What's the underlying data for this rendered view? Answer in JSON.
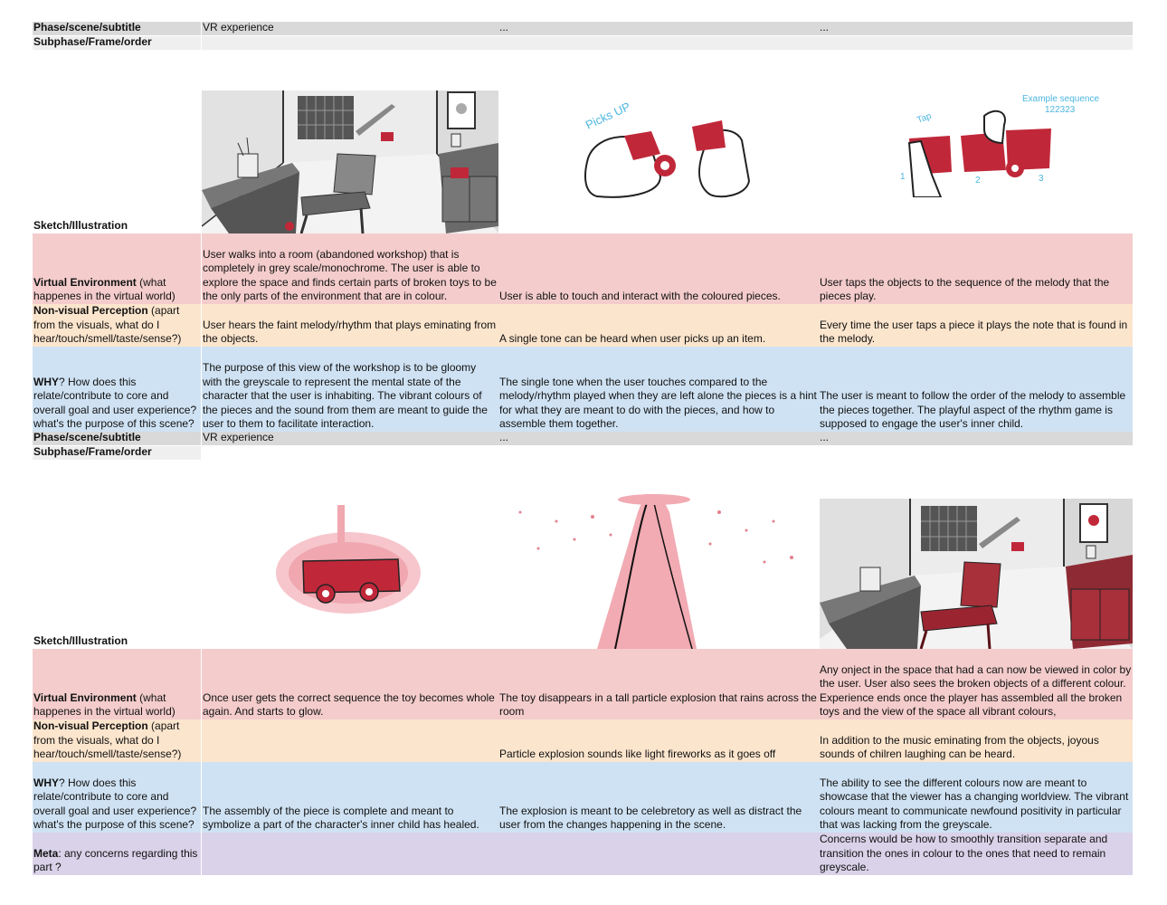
{
  "labels": {
    "phase": "Phase/scene/subtitle",
    "subphase": "Subphase/Frame/order",
    "sketch": "Sketch/Illustration",
    "ve_bold": "Virtual Environment",
    "ve_rest": " (what happenes in the virtual world)",
    "nvp_bold": "Non-visual Perception",
    "nvp_rest": " (apart from the visuals, what do I hear/touch/smell/taste/sense?)",
    "why_bold": "WHY",
    "why_rest": "? How does this relate/contribute to core and overall goal and user experience? what's the purpose of this scene?",
    "meta_bold": "Meta",
    "meta_rest": ": any concerns regarding this part ?"
  },
  "section1": {
    "phase": [
      "VR experience",
      "...",
      "..."
    ],
    "sketch_annotations": {
      "picks_up": "Picks UP",
      "tap": "Tap",
      "example": "Example sequence",
      "sequence": "122323",
      "n1": "1",
      "n2": "2",
      "n3": "3"
    },
    "ve": [
      "User walks into a room (abandoned workshop) that is completely in grey scale/monochrome. The user is able to explore the space and finds certain parts of broken toys to be the only parts of the environment that are in colour.",
      "User is able to touch and interact with the coloured pieces.",
      "User taps the objects to the sequence of the melody that the pieces play."
    ],
    "nvp": [
      "User hears the faint melody/rhythm that plays eminating from the objects.",
      "A single tone can be heard when user picks up an item.",
      "Every time the user taps a piece it plays the note that is found in the melody."
    ],
    "why": [
      "The purpose of this view of the workshop is to be gloomy with the greyscale to represent the mental state of the character that the user is inhabiting. The vibrant colours of the pieces and the sound from them are meant to guide the user to them to facilitate interaction.",
      "The single tone when the user touches compared to the melody/rhythm played when they are left alone the pieces is a hint for what they are meant to do with the pieces, and how to assemble them together.",
      "The user is meant to follow the order of the melody to assemble the pieces together. The playful aspect of the rhythm game is supposed to engage the user's inner child."
    ]
  },
  "section2": {
    "phase": [
      "VR experience",
      "...",
      "..."
    ],
    "ve": [
      "Once user gets the correct sequence the toy becomes whole again. And starts to glow.",
      "The toy disappears in a tall particle explosion that rains across the room",
      "Any onject in the space that had a can now be viewed in color by the user. User also sees the broken objects of a different colour. Experience ends once the player has assembled all the broken toys and the view of the space all vibrant colours,"
    ],
    "nvp": [
      "",
      "Particle explosion sounds like light fireworks as it goes off",
      "In addition to the music eminating from the objects, joyous sounds of chilren laughing can be heard."
    ],
    "why": [
      "The assembly of the piece is complete and meant to symbolize a part of the character's inner child has healed.",
      "The explosion is meant to be celebretory as well as distract the user from the changes happening in the scene.",
      "The ability to see the different colours now are meant to showcase that the viewer has a changing worldview. The vibrant colours meant to communicate newfound positivity in particular that was lacking from the greyscale."
    ],
    "meta": [
      "",
      "",
      "Concerns would be how to smoothly transition separate and transition the ones in colour to the ones that need to remain greyscale."
    ]
  },
  "colors": {
    "header_gray": "#d9d9d9",
    "subheader_gray": "#efefef",
    "pink": "#f4cccc",
    "peach": "#fce5cd",
    "blue": "#cfe2f3",
    "lavender": "#d9d2e9",
    "toy_red": "#c0283a",
    "annotation_blue": "#4db6e0"
  }
}
